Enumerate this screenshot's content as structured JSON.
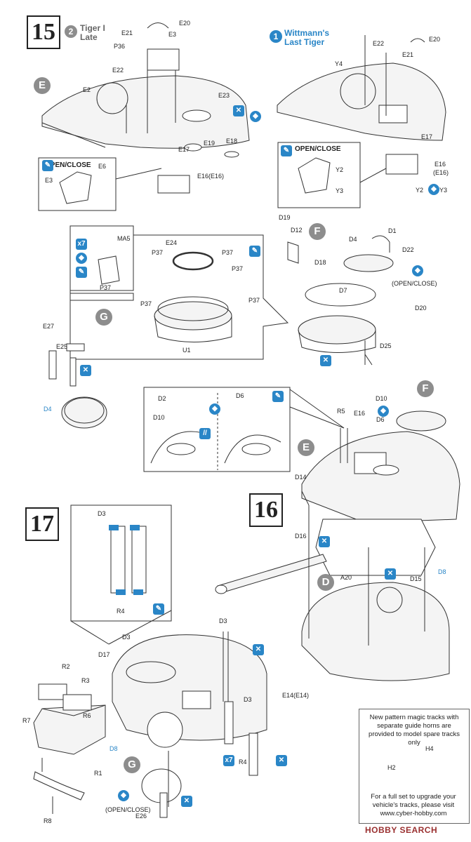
{
  "steps": {
    "s15": "15",
    "s16": "16",
    "s17": "17"
  },
  "variants": {
    "tiger_late": {
      "num": "2",
      "line1": "Tiger I",
      "line2": "Late"
    },
    "wittmann": {
      "num": "1",
      "line1": "Wittmann's",
      "line2": "Last Tiger"
    }
  },
  "section_letters": {
    "e1": "E",
    "f1": "F",
    "g1": "G",
    "f2": "F",
    "e2": "E",
    "d1": "D",
    "g2": "G"
  },
  "open_close": "OPEN/CLOSE",
  "open_close_paren": "(OPEN/CLOSE)",
  "parts": {
    "E20a": "E20",
    "E21a": "E21",
    "E3a": "E3",
    "P36": "P36",
    "E22a": "E22",
    "E2": "E2",
    "E23": "E23",
    "E19": "E19",
    "E18": "E18",
    "E17a": "E17",
    "E16a": "E16(E16)",
    "E6": "E6",
    "E3b": "E3",
    "E22b": "E22",
    "E20b": "E20",
    "E21b": "E21",
    "Y4": "Y4",
    "E17b": "E17",
    "E16b": "E16",
    "E16c": "(E16)",
    "Y2a": "Y2",
    "Y3a": "Y3",
    "Y2b": "Y2",
    "Y3b": "Y3",
    "MA5": "MA5",
    "P37a": "P37",
    "E24": "E24",
    "P37b": "P37",
    "P37c": "P37",
    "P37d": "P37",
    "P37e": "P37",
    "P37f": "P37",
    "U1": "U1",
    "D19": "D19",
    "D12": "D12",
    "D1": "D1",
    "D4a": "D4",
    "D22": "D22",
    "D18": "D18",
    "D7": "D7",
    "D20": "D20",
    "D25": "D25",
    "E27": "E27",
    "E25": "E25",
    "D4b": "D4",
    "D2": "D2",
    "D10a": "D10",
    "D6a": "D6",
    "D10b": "D10",
    "R5": "R5",
    "E16d": "E16",
    "D6b": "D6",
    "D14": "D14",
    "D16": "D16",
    "A20": "A20",
    "D15": "D15",
    "D8a": "D8",
    "D3a": "D3",
    "R4a": "R4",
    "D3b": "D3",
    "D17": "D17",
    "D3c": "D3",
    "D3d": "D3",
    "E14": "E14(E14)",
    "R2": "R2",
    "R3": "R3",
    "R6": "R6",
    "R7": "R7",
    "D8b": "D8",
    "R4b": "R4",
    "R1": "R1",
    "R8": "R8",
    "E26": "E26",
    "H4": "H4",
    "H2": "H2"
  },
  "multiplier": "x7",
  "note": {
    "para1": "New pattern magic tracks with separate guide horns are provided to model spare tracks only",
    "para2": "For a full set to upgrade your vehicle's tracks, please visit",
    "url": "www.cyber-hobby.com"
  },
  "watermark": "HOBBY SEARCH",
  "colors": {
    "accent": "#2a86c7",
    "line": "#333333"
  }
}
